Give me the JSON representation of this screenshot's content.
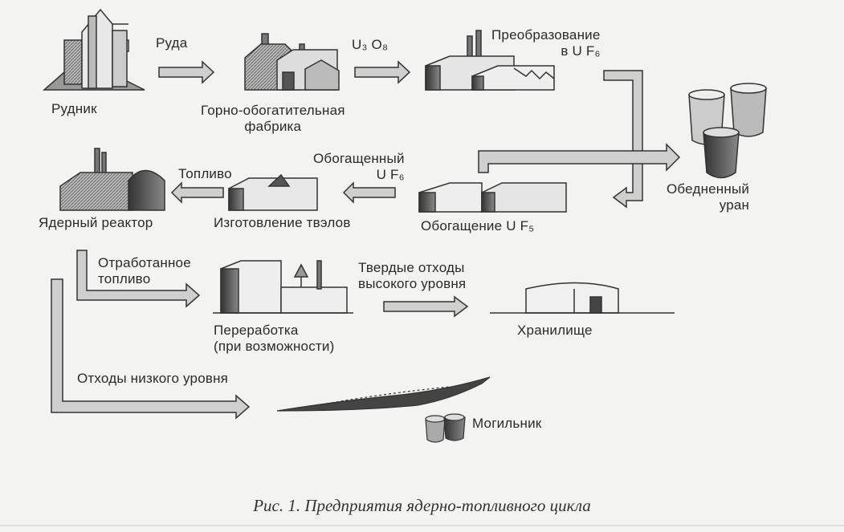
{
  "labels": {
    "ore": "Руда",
    "mine": "Рудник",
    "mill": "Горно-обогатительная\nфабрика",
    "u3o8": "U₃ O₈",
    "conversion": "Преобразование\nв U F₆",
    "depleted_uranium": "Обедненный\nуран",
    "enriched_uf6": "Обогащенный\nU F₆",
    "fuel": "Топливо",
    "reactor": "Ядерный реактор",
    "fuel_fabrication": "Изготовление твэлов",
    "enrichment": "Обогащение U F₅",
    "spent_fuel": "Отработанное\nтопливо",
    "high_level_waste": "Твердые отходы\nвысокого уровня",
    "reprocessing": "Переработка\n(при возможности)",
    "storage": "Хранилище",
    "low_level_waste": "Отходы низкого уровня",
    "burial": "Могильник"
  },
  "caption": "Рис. 1. Предприятия ядерно-топливного цикла",
  "colors": {
    "ink": "#2a2a2a",
    "arrow_fill": "#cfcfcf",
    "building_dark": "#555555",
    "paper": "#f3f3f1"
  }
}
